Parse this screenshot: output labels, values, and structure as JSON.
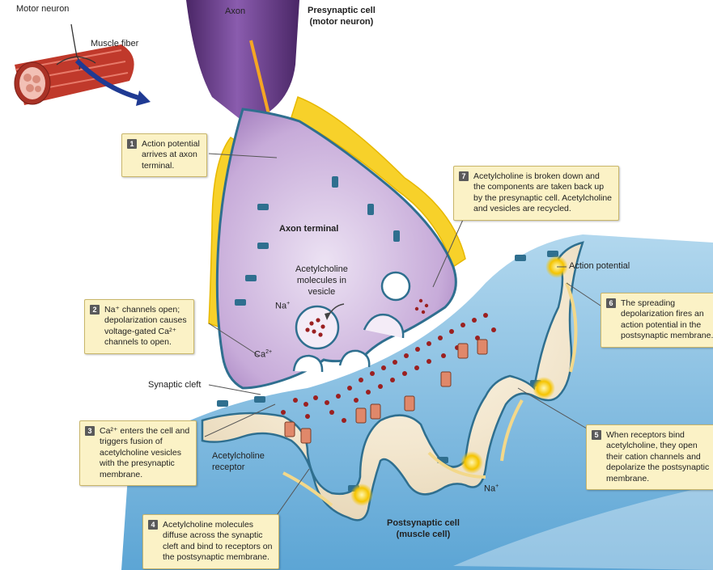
{
  "labels": {
    "motor_neuron": "Motor neuron",
    "muscle_fiber": "Muscle fiber",
    "axon": "Axon",
    "presynaptic_line1": "Presynaptic cell",
    "presynaptic_line2": "(motor neuron)",
    "axon_terminal": "Axon terminal",
    "vesicle_line1": "Acetylcholine",
    "vesicle_line2": "molecules in",
    "vesicle_line3": "vesicle",
    "na_upper": "Na",
    "ca_label": "Ca",
    "ca_charge": "2+",
    "synaptic_cleft": "Synaptic cleft",
    "receptor_line1": "Acetylcholine",
    "receptor_line2": "receptor",
    "na_lower": "Na",
    "plus": "+",
    "action_potential": "Action potential",
    "postsynaptic_line1": "Postsynaptic cell",
    "postsynaptic_line2": "(muscle cell)"
  },
  "steps": [
    {
      "num": "1",
      "lines": [
        "Action potential",
        "arrives at axon",
        "terminal."
      ]
    },
    {
      "num": "2",
      "lines": [
        "Na⁺ channels open;",
        "depolarization causes",
        "voltage-gated Ca²⁺",
        "channels to open."
      ]
    },
    {
      "num": "3",
      "lines": [
        "Ca²⁺ enters the cell and",
        "triggers fusion of",
        "acetylcholine vesicles",
        "with the presynaptic",
        "membrane."
      ]
    },
    {
      "num": "4",
      "lines": [
        "Acetylcholine molecules",
        "diffuse across the synaptic",
        "cleft and bind to receptors on",
        "the postsynaptic membrane."
      ]
    },
    {
      "num": "5",
      "lines": [
        "When receptors bind",
        "acetylcholine, they open",
        "their cation channels and",
        "depolarize the postsynaptic",
        "membrane."
      ]
    },
    {
      "num": "6",
      "lines": [
        "The spreading",
        "depolarization fires an",
        "action potential in the",
        "postsynaptic membrane."
      ]
    },
    {
      "num": "7",
      "lines": [
        "Acetylcholine is broken down and",
        "the components are taken back up",
        "by the presynaptic cell. Acetylcholine",
        "and vesicles are recycled."
      ]
    }
  ],
  "colors": {
    "axon": "#6b3f8e",
    "terminal_fill": "#cbb3dc",
    "membrane": "#2f6f8f",
    "myelin": "#f7d12a",
    "muscle": "#8fc3e3",
    "muscle_light": "#cfe6f4",
    "ach": "#9b2020",
    "callout": "#fbf2c6"
  }
}
